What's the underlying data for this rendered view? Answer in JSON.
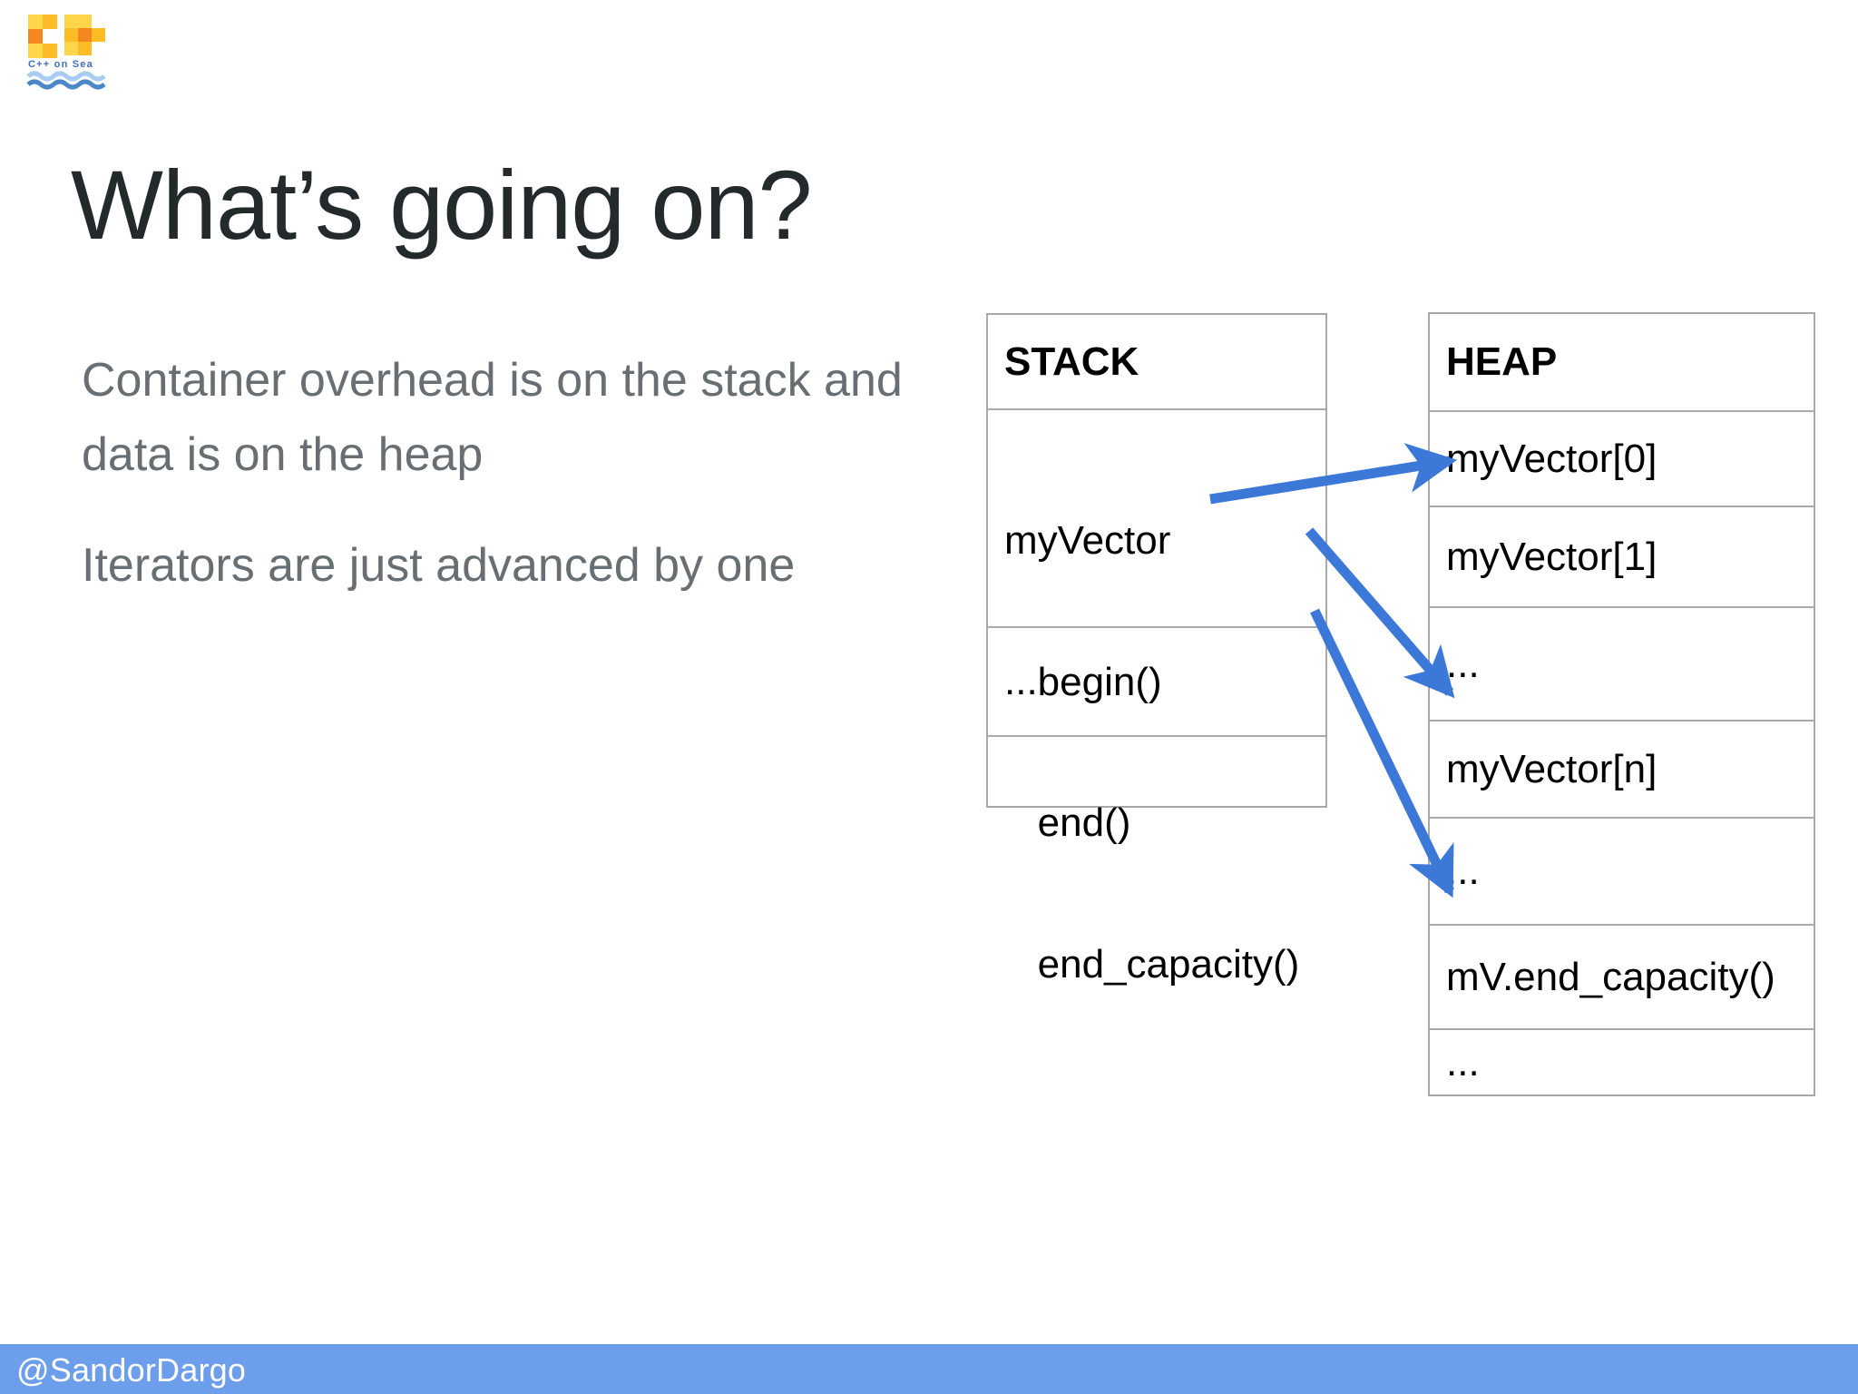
{
  "slide": {
    "title": "What’s going on?",
    "body_paragraphs": [
      "Container overhead is on the stack and data is on the heap",
      "Iterators are just advanced by one"
    ]
  },
  "logo": {
    "wordmark": "C++ on Sea",
    "colors": {
      "yellow": "#ffd54a",
      "gold": "#fbbc26",
      "orange": "#f5871f",
      "light_blue": "#a8cdf0",
      "mid_blue": "#7fb3e8",
      "deep_blue": "#4a86c8",
      "text_blue": "#3f6fb5"
    }
  },
  "stack_table": {
    "header": "STACK",
    "rows": [
      {
        "lines": [
          "myVector",
          "   begin()",
          "   end()",
          "   end_capacity()"
        ]
      },
      {
        "lines": [
          "..."
        ]
      },
      {
        "lines": [
          ""
        ]
      }
    ]
  },
  "heap_table": {
    "header": "HEAP",
    "rows": [
      {
        "label": "myVector[0]"
      },
      {
        "label": "myVector[1]"
      },
      {
        "label": "..."
      },
      {
        "label": "myVector[n]"
      },
      {
        "label": "..."
      },
      {
        "label": "mV.end_capacity()"
      },
      {
        "label": "..."
      }
    ]
  },
  "arrows": {
    "color": "#3c78d8",
    "items": [
      {
        "name": "begin-to-myvector0",
        "from": "begin()",
        "to": "myVector[0]"
      },
      {
        "name": "end-to-myvectorn",
        "from": "end()",
        "to": "myVector[n]"
      },
      {
        "name": "endcapacity-to-mvendcapacity",
        "from": "end_capacity()",
        "to": "mV.end_capacity()"
      }
    ]
  },
  "footer": {
    "handle": "@SandorDargo",
    "background": "#6d9eeb"
  }
}
